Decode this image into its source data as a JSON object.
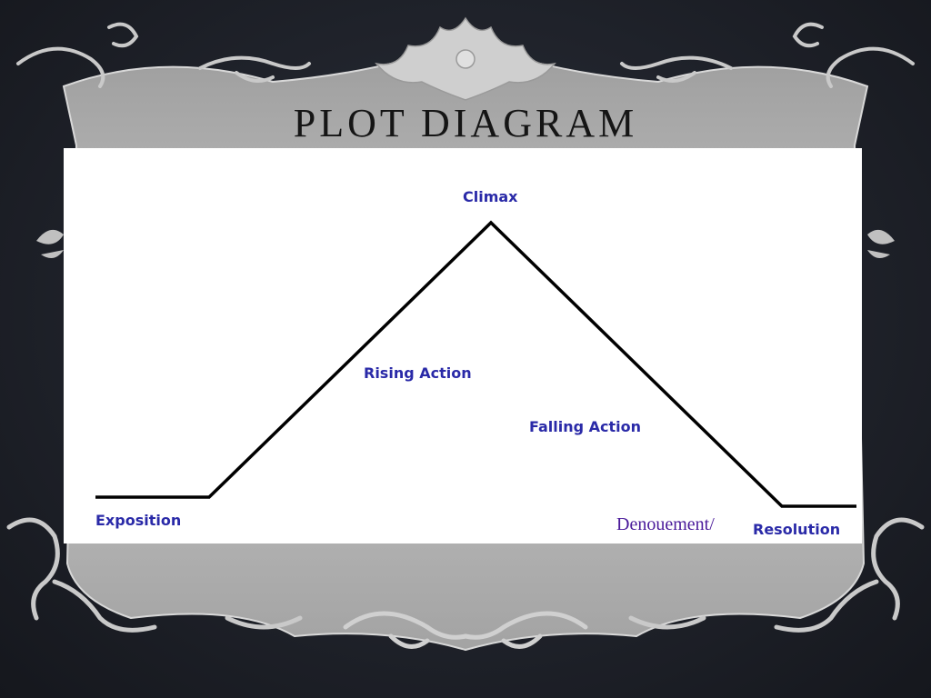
{
  "slide": {
    "title": "PLOT DIAGRAM"
  },
  "diagram": {
    "labels": {
      "climax": "Climax",
      "rising_action": "Rising Action",
      "falling_action": "Falling Action",
      "exposition": "Exposition",
      "denouement": "Denouement/",
      "resolution": "Resolution"
    }
  },
  "colors": {
    "background": "#1d2028",
    "frame": "#b4b4b4",
    "frame_shadow": "#8e8e8e",
    "label_text": "#2a2aa8",
    "denouement_text": "#4a1a9a",
    "plot_line": "#000000"
  }
}
